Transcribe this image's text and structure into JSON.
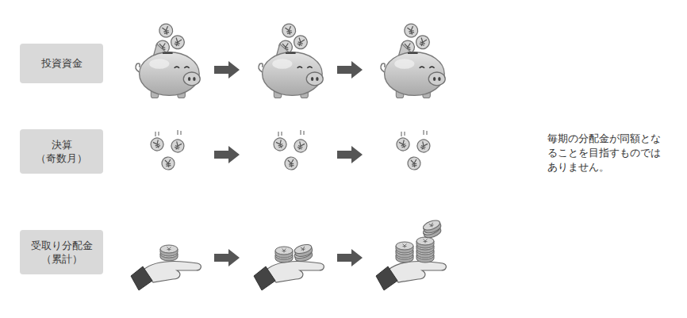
{
  "diagram": {
    "nodes": [
      {
        "text": [
          "投資資金"
        ]
      },
      {
        "text": [
          "決算 （奇数月）"
        ]
      },
      {
        "text": [
          "受取り分配金 （累計）"
        ]
      }
    ],
    "labels": [
      "毎期の分配金が同額となることを目指すものではありません。"
    ]
  }
}
